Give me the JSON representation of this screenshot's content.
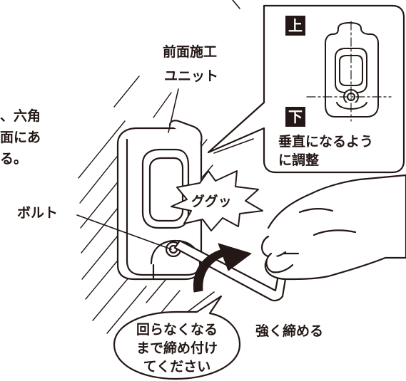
{
  "instructions": {
    "left_text_line1": "、六角",
    "left_text_line2": "面にあ",
    "left_text_line3": "る。",
    "unit_label_line1": "前面施工",
    "unit_label_line2": "ユニット",
    "bolt_label": "ボルト",
    "sound_effect": "ググッ",
    "tighten_label": "強く締める",
    "bubble_line1": "回らなくなる",
    "bubble_line2": "まで締め付け",
    "bubble_line3": "てください"
  },
  "inset": {
    "top_marker": "上",
    "bottom_marker": "下",
    "caption_line1": "垂直になるよう",
    "caption_line2": "に調整"
  },
  "colors": {
    "ink": "#231815",
    "paper": "#ffffff"
  }
}
